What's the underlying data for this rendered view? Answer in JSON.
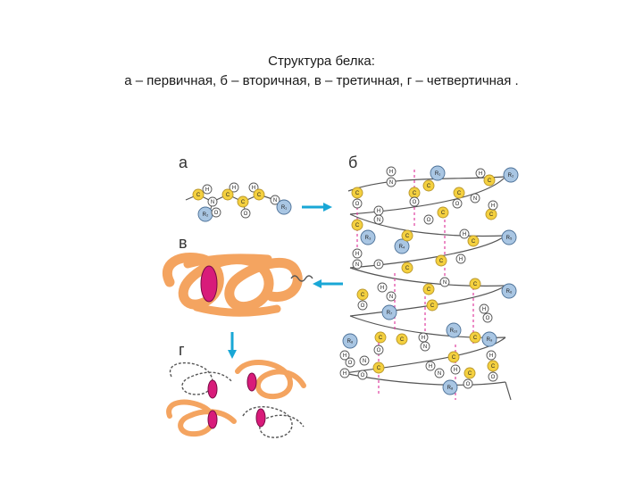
{
  "caption": {
    "line1": "Структура белка:",
    "line2": "а – первичная, б – вторичная, в – третичная, г – четвертичная ."
  },
  "panels": {
    "a": "а",
    "b": "б",
    "v": "в",
    "g": "г"
  },
  "atoms": {
    "h": "H",
    "c": "C",
    "n": "N",
    "o": "O",
    "r1": "R₁",
    "r2": "R₂",
    "r3": "R₃",
    "r4": "R₄",
    "r5": "R₅",
    "r6": "R₆",
    "r7": "R₇",
    "r8": "R₈",
    "r9": "R₉",
    "r10": "R₁₀"
  },
  "colors": {
    "carbon": "#f4d03f",
    "carbon_stroke": "#b8962b",
    "r_group": "#a9c6e3",
    "r_group_stroke": "#4a6f96",
    "hbond": "#e040a0",
    "arrow": "#19a7d6",
    "tertiary_chain": "#f4a460",
    "heme": "#d81b7a",
    "backbone": "#555555"
  }
}
